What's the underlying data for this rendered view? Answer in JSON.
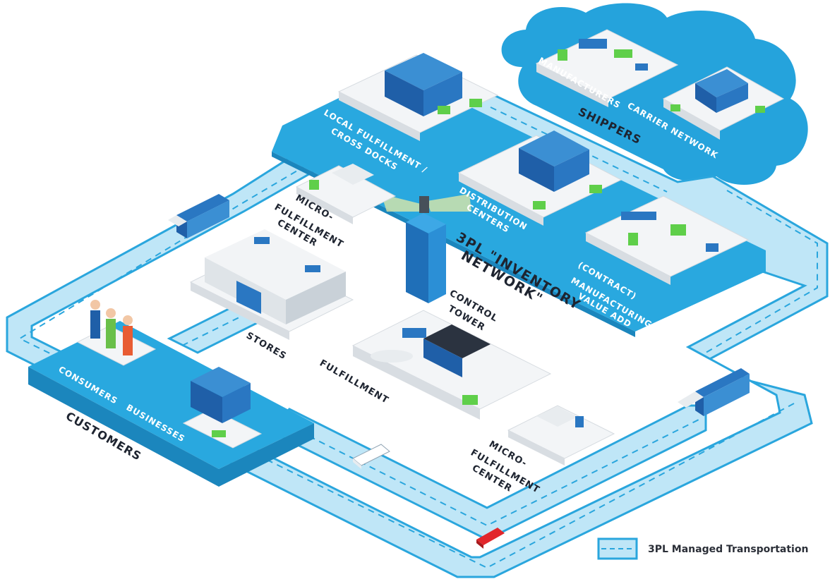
{
  "labels": {
    "shippers": "SHIPPERS",
    "manufacturers": "MANUFACTURERS",
    "carrier_network": "CARRIER NETWORK",
    "local_fulfillment_1": "LOCAL FULFILLMENT /",
    "local_fulfillment_2": "CROSS DOCKS",
    "distribution_1": "DISTRIBUTION",
    "distribution_2": "CENTERS",
    "contract_1": "(CONTRACT)",
    "contract_2": "MANUFACTURING /",
    "contract_3": "VALUE ADD",
    "micro_top_1": "MICRO-",
    "micro_top_2": "FULFILLMENT",
    "micro_top_3": "CENTER",
    "network_1": "3PL \"INVENTORY",
    "network_2": "NETWORK\"",
    "control_1": "CONTROL",
    "control_2": "TOWER",
    "stores": "STORES",
    "fulfillment": "FULFILLMENT",
    "micro_bottom_1": "MICRO-",
    "micro_bottom_2": "FULFILLMENT",
    "micro_bottom_3": "CENTER",
    "consumers": "CONSUMERS",
    "businesses": "BUSINESSES",
    "customers": "CUSTOMERS"
  },
  "legend": {
    "label": "3PL Managed Transportation"
  },
  "colors": {
    "platform": "#29a8df",
    "road_fill": "#bfe6f7",
    "road_line": "#2aa6dd",
    "building": "#2a77c2",
    "accent_green": "#5fcf4a",
    "van": "#ffffff",
    "car": "#e2262b"
  }
}
